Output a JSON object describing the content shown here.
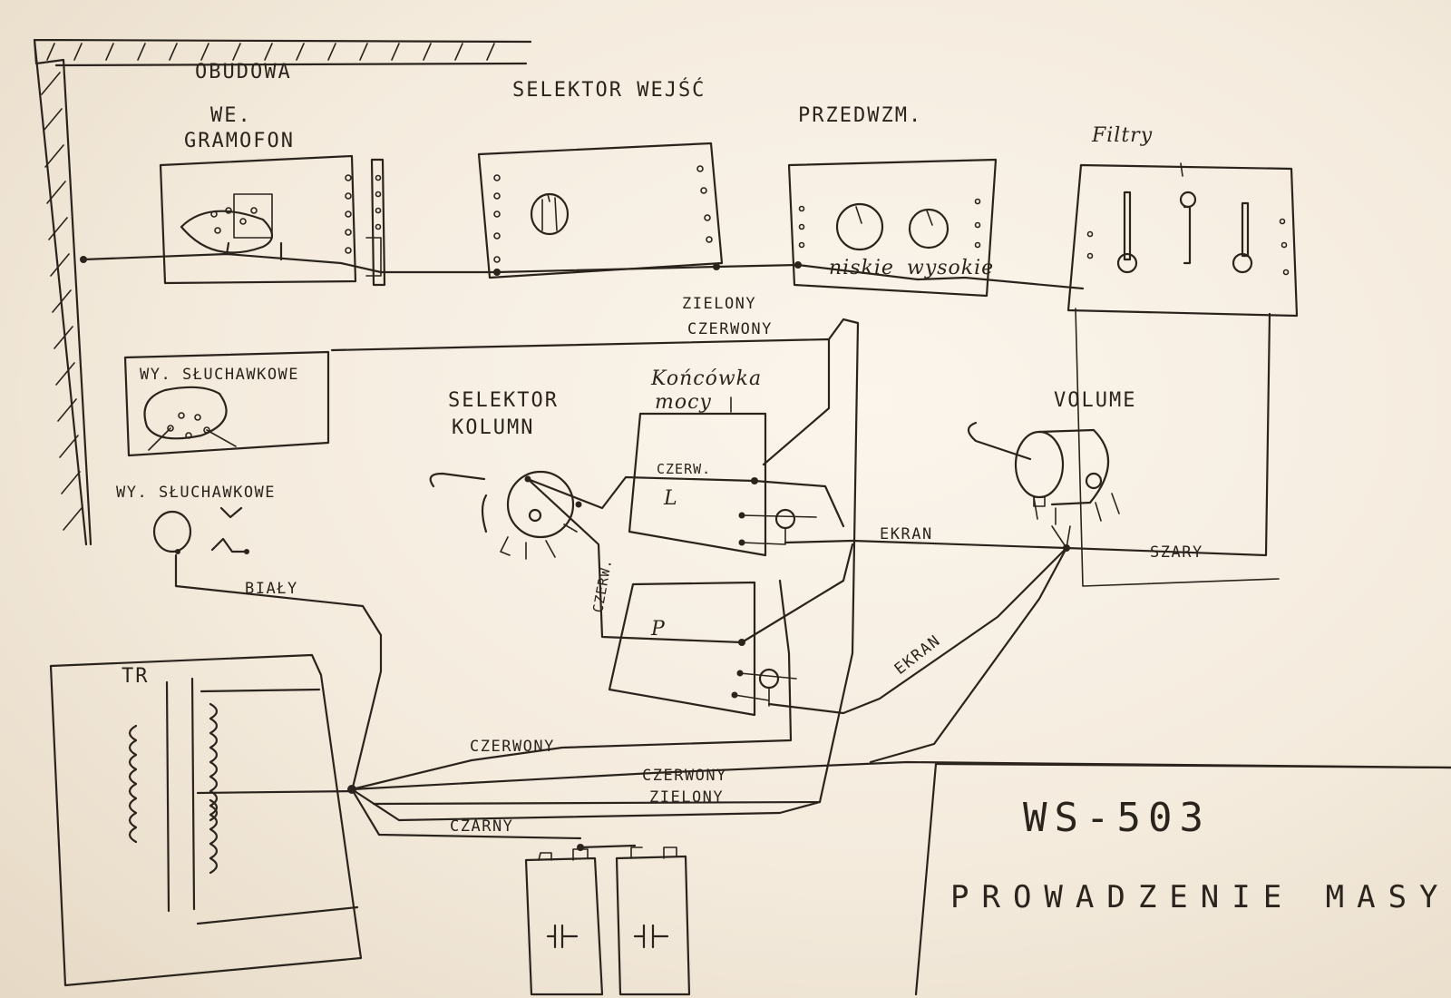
{
  "labels": {
    "chassis": "OBUDOWA",
    "turntable_in_1": "WE.",
    "turntable_in_2": "GRAMOFON",
    "input_selector": "SELEKTOR WEJŚĆ",
    "preamp": "PRZEDWZM.",
    "filters": "Filtry",
    "knob_low": "niskie",
    "knob_high": "wysokie",
    "headphone_out_top": "WY. SŁUCHAWKOWE",
    "headphone_out_bottom": "WY. SŁUCHAWKOWE",
    "speaker_selector_1": "SELEKTOR",
    "speaker_selector_2": "KOLUMN",
    "power_amp_1": "Końcówka",
    "power_amp_2": "mocy",
    "volume": "VOLUME",
    "transformer": "TR",
    "channel_left": "L",
    "channel_right": "P",
    "model": "WS-503",
    "caption": "PROWADZENIE MASY"
  },
  "wires": {
    "zielony_top": "ZIELONY",
    "czerwony_top": "CZERWONY",
    "czerw_amp": "CZERW.",
    "czerw_vertical": "CZERW.",
    "ekran_top": "EKRAN",
    "ekran_bottom": "EKRAN",
    "szary": "SZARY",
    "bialy": "BIAŁY",
    "czerwony_1": "CZERWONY",
    "czerwony_2": "CZERWONY",
    "zielony_bottom": "ZIELONY",
    "czarny": "CZARNY"
  },
  "colors": {
    "ink": "#2b241c",
    "paper": "#f7efe3"
  }
}
